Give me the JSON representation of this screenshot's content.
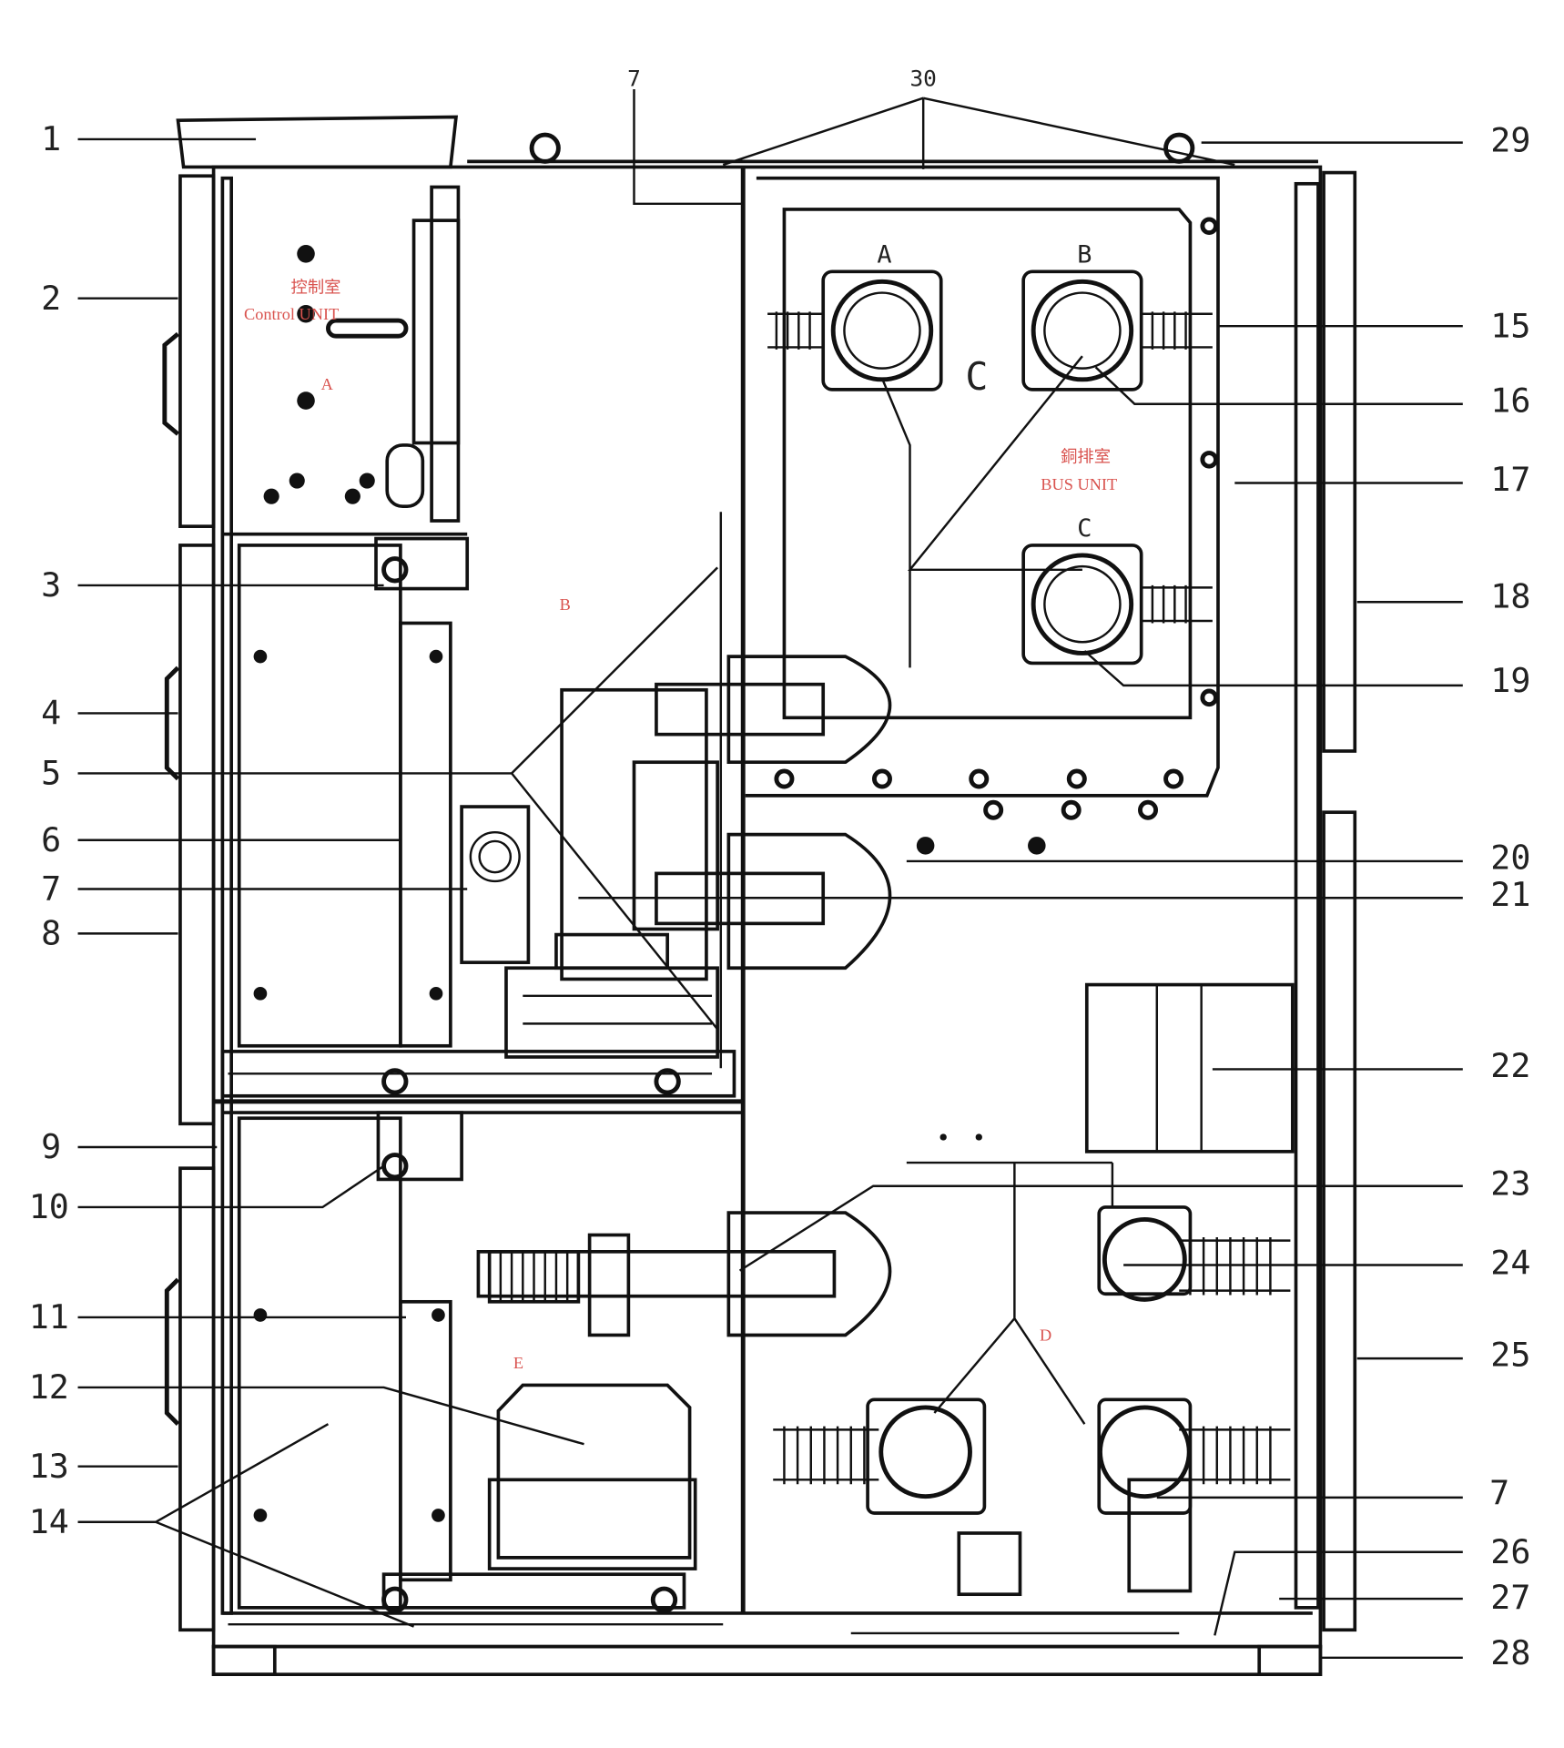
{
  "callouts_left": [
    {
      "label": "1"
    },
    {
      "label": "2"
    },
    {
      "label": "3"
    },
    {
      "label": "4"
    },
    {
      "label": "5"
    },
    {
      "label": "6"
    },
    {
      "label": "7"
    },
    {
      "label": "8"
    },
    {
      "label": "9"
    },
    {
      "label": "10"
    },
    {
      "label": "11"
    },
    {
      "label": "12"
    },
    {
      "label": "13"
    },
    {
      "label": "14"
    }
  ],
  "callouts_right": [
    {
      "label": "29"
    },
    {
      "label": "15"
    },
    {
      "label": "16"
    },
    {
      "label": "17"
    },
    {
      "label": "18"
    },
    {
      "label": "19"
    },
    {
      "label": "20"
    },
    {
      "label": "21"
    },
    {
      "label": "22"
    },
    {
      "label": "23"
    },
    {
      "label": "24"
    },
    {
      "label": "25"
    },
    {
      "label": "7"
    },
    {
      "label": "26"
    },
    {
      "label": "27"
    },
    {
      "label": "28"
    }
  ],
  "callouts_top": [
    {
      "label": "7"
    },
    {
      "label": "30"
    }
  ],
  "compartments": {
    "control": {
      "cn": "控制室",
      "en": "Control UNIT",
      "letter": "A"
    },
    "breaker": {
      "letter": "B"
    },
    "bus": {
      "cn": "銅排室",
      "en": "BUS UNIT",
      "letter": "C"
    },
    "cable": {
      "letter": "D"
    },
    "lower": {
      "letter": "E"
    }
  },
  "phases": {
    "a": "A",
    "b": "B",
    "c": "C",
    "c_big": "C"
  },
  "colors": {
    "line": "#111111",
    "annotation": "#d9534f"
  }
}
